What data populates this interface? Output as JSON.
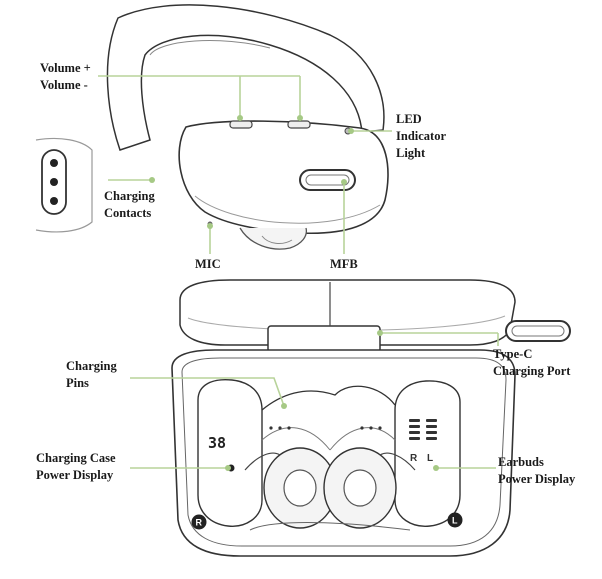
{
  "labels": {
    "volume_up": "Volume +",
    "volume_down": "Volume -",
    "led_line1": "LED",
    "led_line2": "Indicator",
    "led_line3": "Light",
    "charging_contacts_line1": "Charging",
    "charging_contacts_line2": "Contacts",
    "mic": "MIC",
    "mfb": "MFB",
    "type_c_line1": "Type-C",
    "type_c_line2": "Charging Port",
    "charging_pins_line1": "Charging",
    "charging_pins_line2": "Pins",
    "case_power_line1": "Charging Case",
    "case_power_line2": "Power Display",
    "earbuds_power_line1": "Earbuds",
    "earbuds_power_line2": "Power Display"
  },
  "case_display": {
    "digits": "38",
    "right_mark": "R",
    "left_mark": "L"
  },
  "earbud_display": {
    "right_mark": "R",
    "left_mark": "L"
  },
  "colors": {
    "leader_line": "#b8d39a",
    "leader_dot": "#a6c985",
    "outline": "#333333",
    "fill": "#ffffff",
    "shade": "#f1f1f1"
  }
}
